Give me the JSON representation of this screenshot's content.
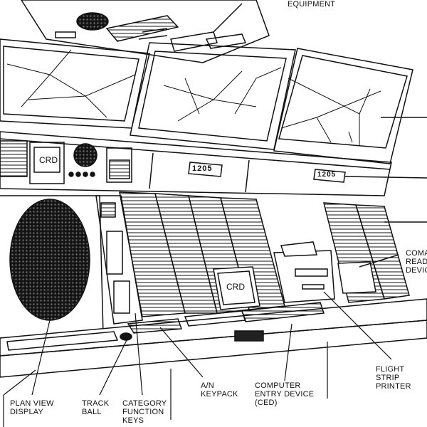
{
  "labels": {
    "equipment": "EQUIPMENT",
    "plan_view_display": "PLAN  VIEW\nDISPLAY",
    "track_ball": "TRACK\nBALL",
    "category_function_keys": "CATEGORY\nFUNCTION\nKEYS",
    "an_keypack": "A/N\nKEYPACK",
    "computer_entry_device": "COMPUTER\nENTRY DEVICE\n(CED)",
    "flight_strip_printer": "FLIGHT\nSTRIP\nPRINTER",
    "computer_readout_device": "COMA\nREAD\nDEVIC"
  },
  "device_text": {
    "crd_left": "CRD",
    "crd_center": "CRD",
    "clock_center": "1205",
    "clock_right": "1205"
  },
  "colors": {
    "ink": "#111111",
    "paper": "#ffffff"
  }
}
